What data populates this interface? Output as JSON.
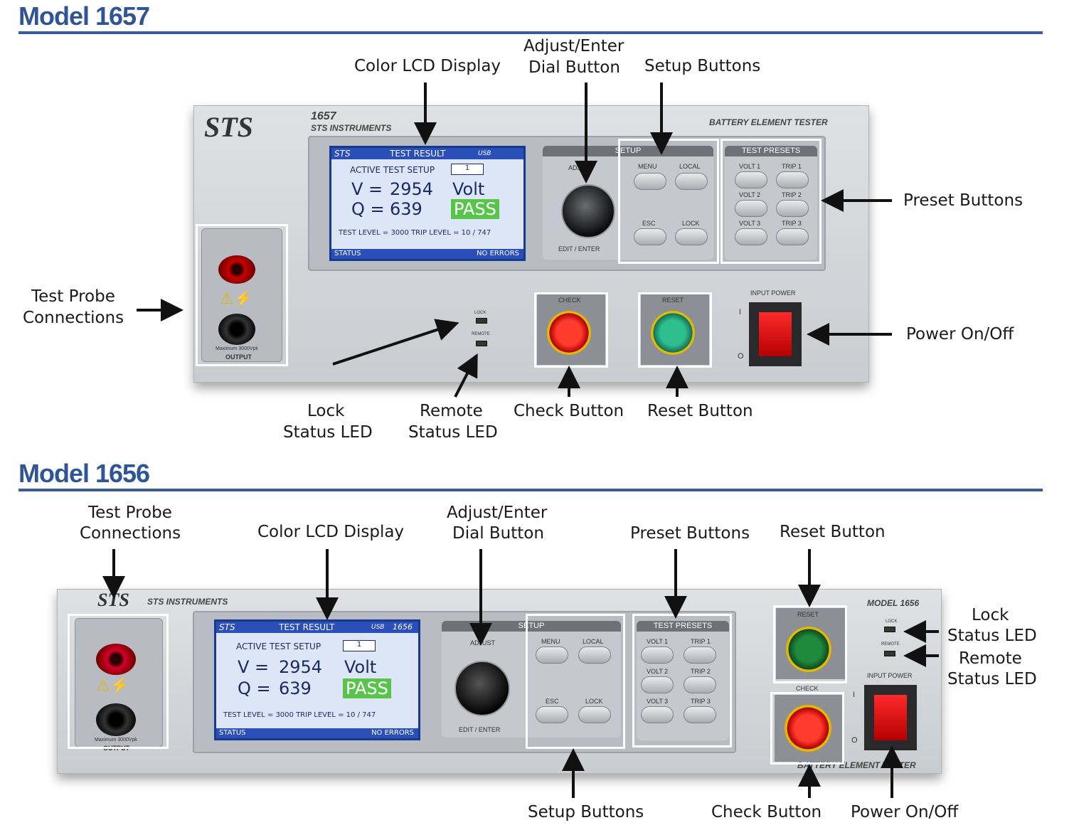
{
  "model_1657": {
    "title": "Model 1657",
    "device": {
      "brand": "STS",
      "model_number": "1657",
      "maker": "STS INSTRUMENTS",
      "device_name": "BATTERY ELEMENT TESTER",
      "lcd": {
        "brand": "STS",
        "header": "TEST RESULT",
        "usb": "USB",
        "active_setup_label": "ACTIVE TEST SETUP",
        "active_setup_value": "1",
        "v_label": "V =",
        "v_value": "2954",
        "v_unit": "Volt",
        "q_label": "Q =",
        "q_value": "639",
        "result": "PASS",
        "test_level_label": "TEST LEVEL =",
        "test_level_value": "3000",
        "trip_level_label": "TRIP LEVEL =",
        "trip_level_value": "10",
        "count": "/ 747",
        "status_label": "STATUS",
        "status_value": "NO ERRORS"
      },
      "adjust_label": "ADJUST",
      "edit_enter_label": "EDIT / ENTER",
      "setup_label": "SETUP",
      "menu_label": "MENU",
      "local_label": "LOCAL",
      "esc_label": "ESC",
      "lock_label": "LOCK",
      "presets_label": "TEST PRESETS",
      "volt1": "VOLT 1",
      "trip1": "TRIP 1",
      "volt2": "VOLT 2",
      "trip2": "TRIP 2",
      "volt3": "VOLT 3",
      "trip3": "TRIP 3",
      "output_label": "OUTPUT",
      "max_label": "Maximum 3000Vpk",
      "led_lock": "LOCK",
      "led_remote": "REMOTE",
      "check_label": "CHECK",
      "reset_label": "RESET",
      "input_power_label": "INPUT POWER",
      "power_on": "I",
      "power_off": "O"
    },
    "callouts": {
      "lcd": "Color LCD Display",
      "dial_1": "Adjust/Enter",
      "dial_2": "Dial Button",
      "setup": "Setup Buttons",
      "presets": "Preset Buttons",
      "probe_1": "Test Probe",
      "probe_2": "Connections",
      "power": "Power On/Off",
      "lock_1": "Lock",
      "lock_2": "Status LED",
      "remote_1": "Remote",
      "remote_2": "Status LED",
      "check": "Check Button",
      "reset": "Reset Button"
    }
  },
  "model_1656": {
    "title": "Model 1656",
    "device": {
      "brand": "STS",
      "maker": "STS INSTRUMENTS",
      "model_label": "MODEL 1656",
      "device_name": "BATTERY ELEMENT TESTER",
      "lcd": {
        "brand": "STS",
        "header": "TEST RESULT",
        "usb": "USB",
        "model": "1656",
        "active_setup_label": "ACTIVE TEST SETUP",
        "active_setup_value": "1",
        "v_label": "V =",
        "v_value": "2954",
        "v_unit": "Volt",
        "q_label": "Q =",
        "q_value": "639",
        "result": "PASS",
        "test_level_label": "TEST LEVEL =",
        "test_level_value": "3000",
        "trip_level_label": "TRIP LEVEL =",
        "trip_level_value": "10",
        "count": "/ 747",
        "status_label": "STATUS",
        "status_value": "NO ERRORS"
      },
      "adjust_label": "ADJUST",
      "edit_enter_label": "EDIT / ENTER",
      "setup_label": "SETUP",
      "menu_label": "MENU",
      "local_label": "LOCAL",
      "esc_label": "ESC",
      "lock_label": "LOCK",
      "presets_label": "TEST PRESETS",
      "volt1": "VOLT 1",
      "trip1": "TRIP 1",
      "volt2": "VOLT 2",
      "trip2": "TRIP 2",
      "volt3": "VOLT 3",
      "trip3": "TRIP 3",
      "max_label": "Maximum 3000Vpk",
      "output_label": "OUTPUT",
      "led_lock": "LOCK",
      "led_remote": "REMOTE",
      "reset_label": "RESET",
      "check_label": "CHECK",
      "input_power_label": "INPUT POWER",
      "power_on": "I",
      "power_off": "O"
    },
    "callouts": {
      "probe_1": "Test Probe",
      "probe_2": "Connections",
      "lcd": "Color LCD Display",
      "dial_1": "Adjust/Enter",
      "dial_2": "Dial Button",
      "presets": "Preset Buttons",
      "reset": "Reset Button",
      "lock_1": "Lock",
      "lock_2": "Status LED",
      "remote_1": "Remote",
      "remote_2": "Status LED",
      "setup": "Setup Buttons",
      "check": "Check Button",
      "power": "Power On/Off"
    }
  }
}
